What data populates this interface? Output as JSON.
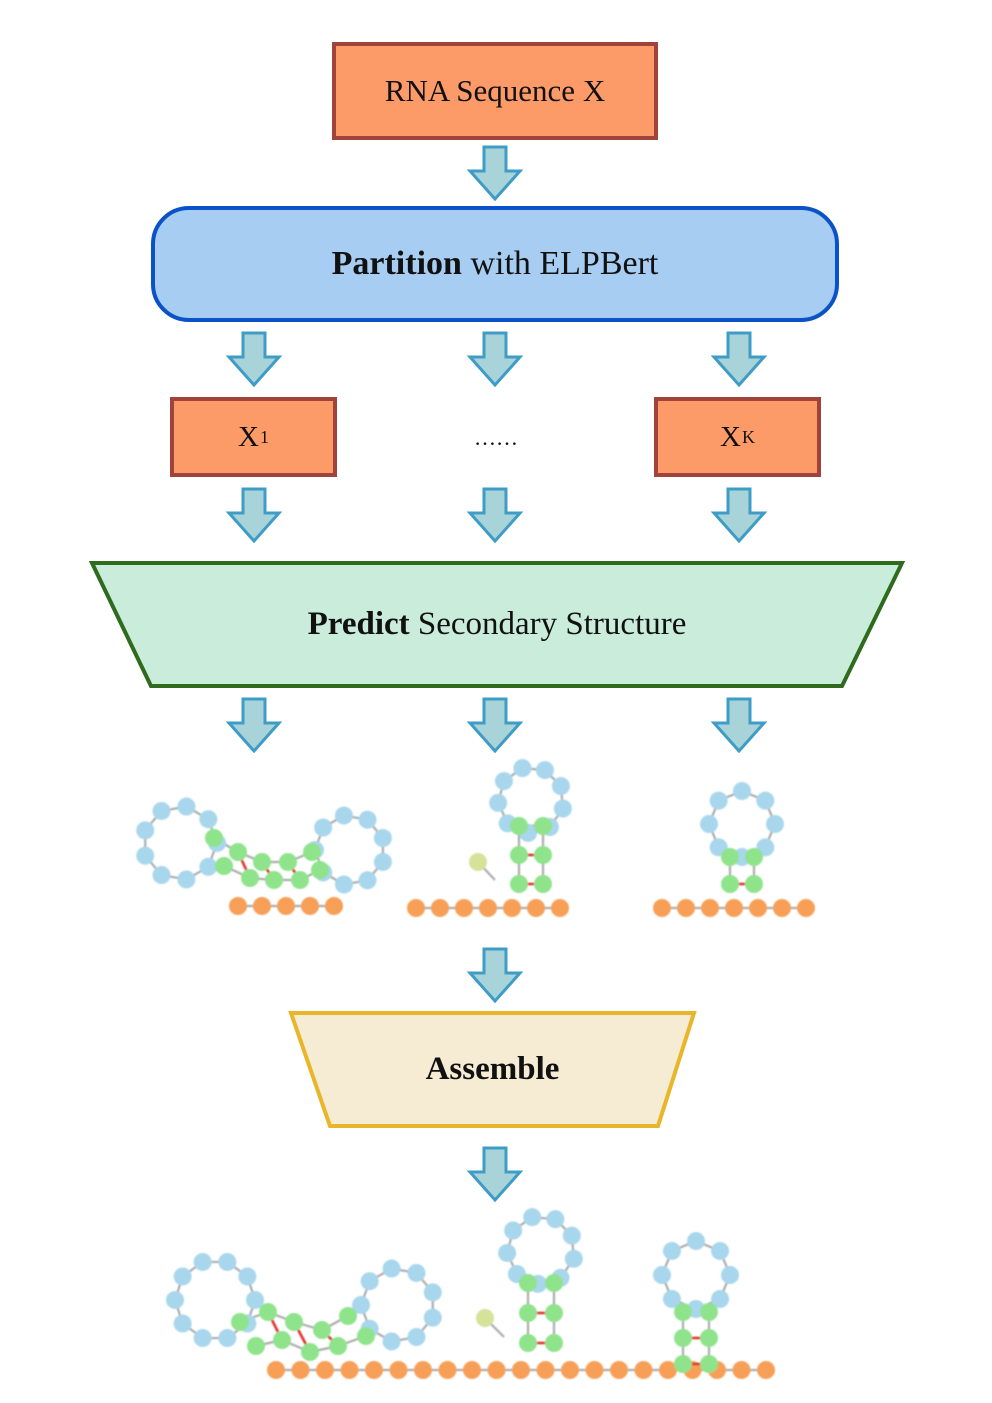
{
  "input": {
    "label": "RNA Sequence X"
  },
  "partition": {
    "bold": "Partition",
    "rest": " with ELPBert"
  },
  "segments": [
    {
      "base": "X",
      "sub": "1"
    },
    {
      "text": "……"
    },
    {
      "base": "X",
      "sub": "K"
    }
  ],
  "predict": {
    "bold": "Predict",
    "rest": " Secondary Structure"
  },
  "assemble": {
    "label": "Assemble"
  },
  "colors": {
    "orange_fill": "#fc9b68",
    "orange_border": "#a0433a",
    "blue_fill": "#a7cdf2",
    "blue_border": "#0a52c8",
    "green_fill": "#c9ecdb",
    "green_border": "#2f6b1d",
    "yellow_fill": "#f6ecd3",
    "yellow_border": "#e9b62b",
    "arrow_fill": "#a8d3d8",
    "arrow_border": "#3e9cc6",
    "loop_node": "#a8d6ec",
    "stem_node": "#8ee38b",
    "chain_node": "#f79f56",
    "odd_node": "#d5e29a",
    "bond": "#e02e2e",
    "link": "#aaaaaa"
  }
}
